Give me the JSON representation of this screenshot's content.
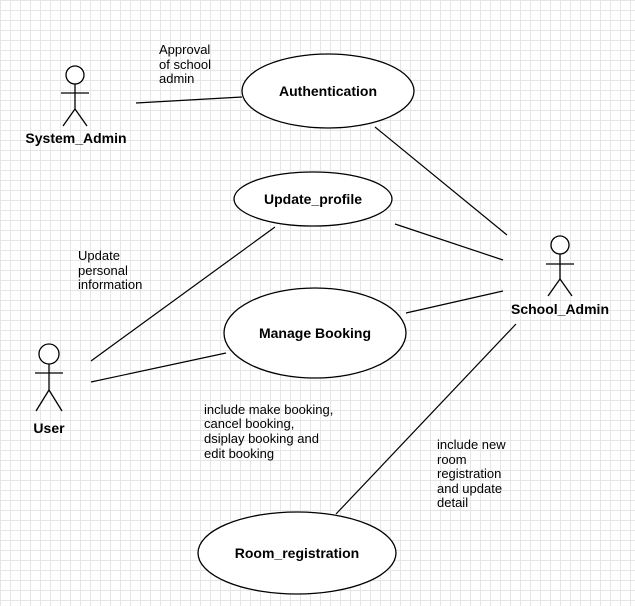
{
  "actors": {
    "system_admin": "System_Admin",
    "school_admin": "School_Admin",
    "user": "User"
  },
  "use_cases": {
    "authentication": "Authentication",
    "update_profile": "Update_profile",
    "manage_booking": "Manage Booking",
    "room_registration": "Room_registration"
  },
  "notes": {
    "approval": [
      "Approval",
      "of school",
      "admin"
    ],
    "update_personal": [
      "Update",
      "personal",
      "information"
    ],
    "booking_include": [
      "include make booking,",
      "cancel booking,",
      "dsiplay booking and",
      "edit booking"
    ],
    "room_include": [
      "include new",
      "room",
      "registration",
      "and update",
      "detail"
    ]
  }
}
